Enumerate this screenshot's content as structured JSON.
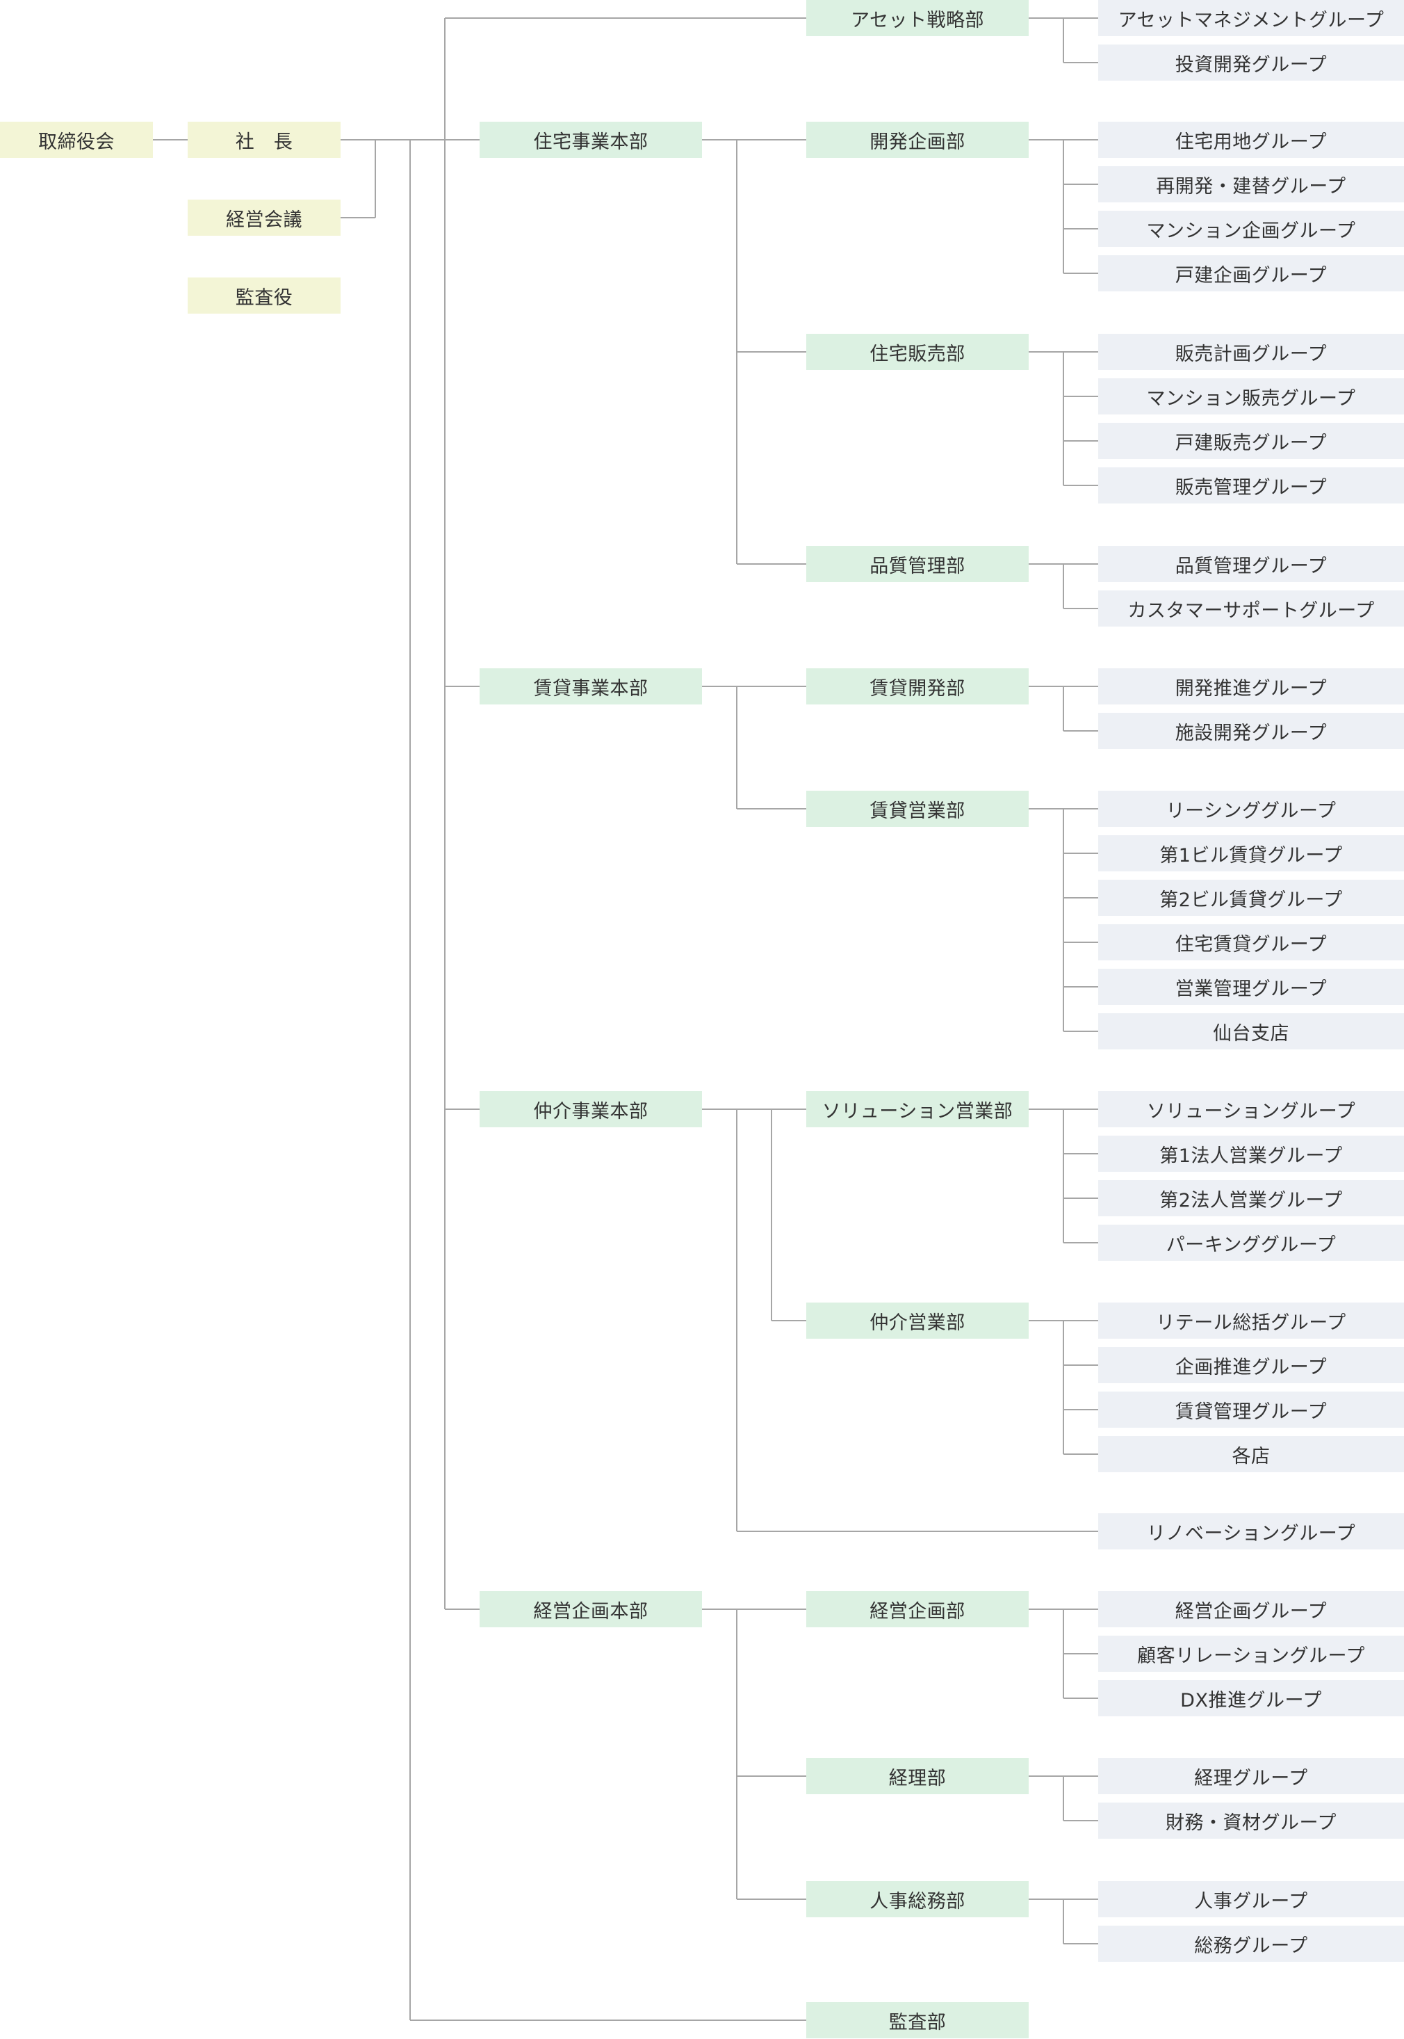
{
  "top": {
    "board": "取締役会",
    "president": "社　長",
    "mgmt_meeting": "経営会議",
    "auditor": "監査役"
  },
  "asset": {
    "dept": "アセット戦略部",
    "groups": [
      "アセットマネジメントグループ",
      "投資開発グループ"
    ]
  },
  "divisions": [
    {
      "name": "住宅事業本部",
      "depts": [
        {
          "name": "開発企画部",
          "groups": [
            "住宅用地グループ",
            "再開発・建替グループ",
            "マンション企画グループ",
            "戸建企画グループ"
          ]
        },
        {
          "name": "住宅販売部",
          "groups": [
            "販売計画グループ",
            "マンション販売グループ",
            "戸建販売グループ",
            "販売管理グループ"
          ]
        },
        {
          "name": "品質管理部",
          "groups": [
            "品質管理グループ",
            "カスタマーサポートグループ"
          ]
        }
      ]
    },
    {
      "name": "賃貸事業本部",
      "depts": [
        {
          "name": "賃貸開発部",
          "groups": [
            "開発推進グループ",
            "施設開発グループ"
          ]
        },
        {
          "name": "賃貸営業部",
          "groups": [
            "リーシンググループ",
            "第1ビル賃貸グループ",
            "第2ビル賃貸グループ",
            "住宅賃貸グループ",
            "営業管理グループ",
            "仙台支店"
          ]
        }
      ]
    },
    {
      "name": "仲介事業本部",
      "depts": [
        {
          "name": "ソリューション営業部",
          "groups": [
            "ソリューショングループ",
            "第1法人営業グループ",
            "第2法人営業グループ",
            "パーキンググループ"
          ]
        },
        {
          "name": "仲介営業部",
          "groups": [
            "リテール総括グループ",
            "企画推進グループ",
            "賃貸管理グループ",
            "各店"
          ]
        }
      ],
      "direct_group": "リノベーショングループ"
    },
    {
      "name": "経営企画本部",
      "depts": [
        {
          "name": "経営企画部",
          "groups": [
            "経営企画グループ",
            "顧客リレーショングループ",
            "DX推進グループ"
          ]
        },
        {
          "name": "経理部",
          "groups": [
            "経理グループ",
            "財務・資材グループ"
          ]
        },
        {
          "name": "人事総務部",
          "groups": [
            "人事グループ",
            "総務グループ"
          ]
        }
      ]
    }
  ],
  "audit_dept": "監査部",
  "colors": {
    "line": "#a6a6a6",
    "top_box": "#f3f5d6",
    "dept_box": "#dcf1e2",
    "group_box": "#edf0f5",
    "text": "#333333"
  }
}
